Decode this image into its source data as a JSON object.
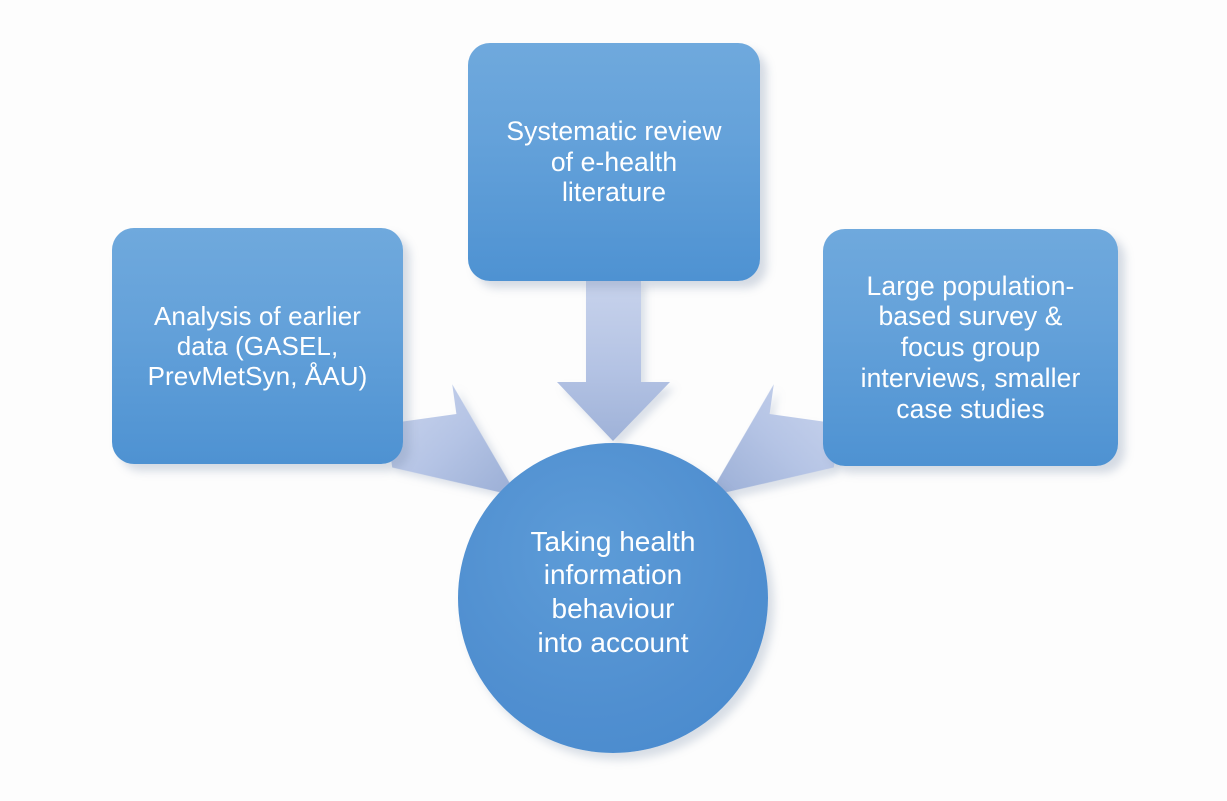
{
  "diagram": {
    "title": "Taking health information behaviour into account",
    "background_color": "#fdfdfd",
    "node_fill_top": "#6fa9dd",
    "node_fill_bottom": "#4e92d2",
    "circle_fill": "#4f92d4",
    "arrow_fill_top": "#c4d0e9",
    "arrow_fill_bottom": "#a3b5da",
    "text_color": "#ffffff",
    "nodes": {
      "left": {
        "label": "Analysis of earlier\ndata (GASEL,\nPrevMetSyn, ÅAU)",
        "shape": "rounded-rectangle"
      },
      "top": {
        "label": "Systematic review\nof e-health\nliterature",
        "shape": "rounded-rectangle"
      },
      "right": {
        "label": "Large population-\nbased survey &\nfocus group\ninterviews, smaller\ncase studies",
        "shape": "rounded-rectangle"
      },
      "center": {
        "label": "Taking health\ninformation\nbehaviour\ninto account",
        "shape": "circle"
      }
    },
    "arrows": [
      {
        "name": "arrow-top-to-center",
        "from": "top",
        "to": "center",
        "direction": "down"
      },
      {
        "name": "arrow-left-to-center",
        "from": "left",
        "to": "center",
        "direction": "down-right"
      },
      {
        "name": "arrow-right-to-center",
        "from": "right",
        "to": "center",
        "direction": "down-left"
      }
    ]
  }
}
